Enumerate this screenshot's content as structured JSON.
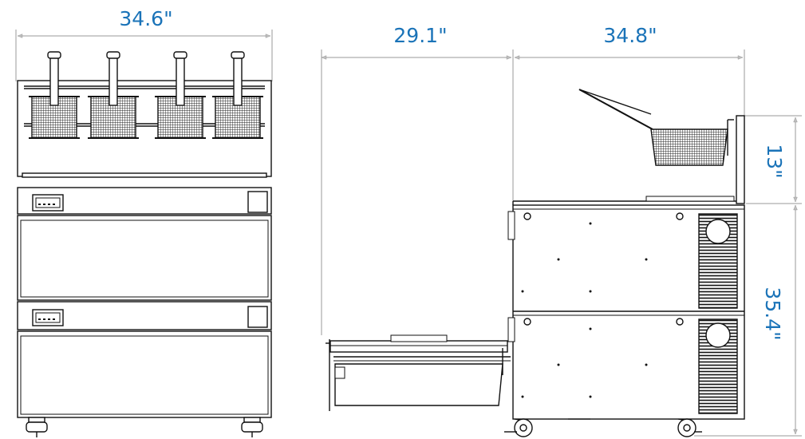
{
  "dimensions": {
    "front_width": "34.6\"",
    "drawer_extension_depth": "29.1\"",
    "side_depth": "34.8\"",
    "basket_height": "13\"",
    "cabinet_height": "35.4\""
  },
  "colors": {
    "dimension_text": "#1a73b8",
    "line": "#111111",
    "dimension_line": "#9a9a9a"
  },
  "views": [
    "front-view",
    "side-view"
  ]
}
